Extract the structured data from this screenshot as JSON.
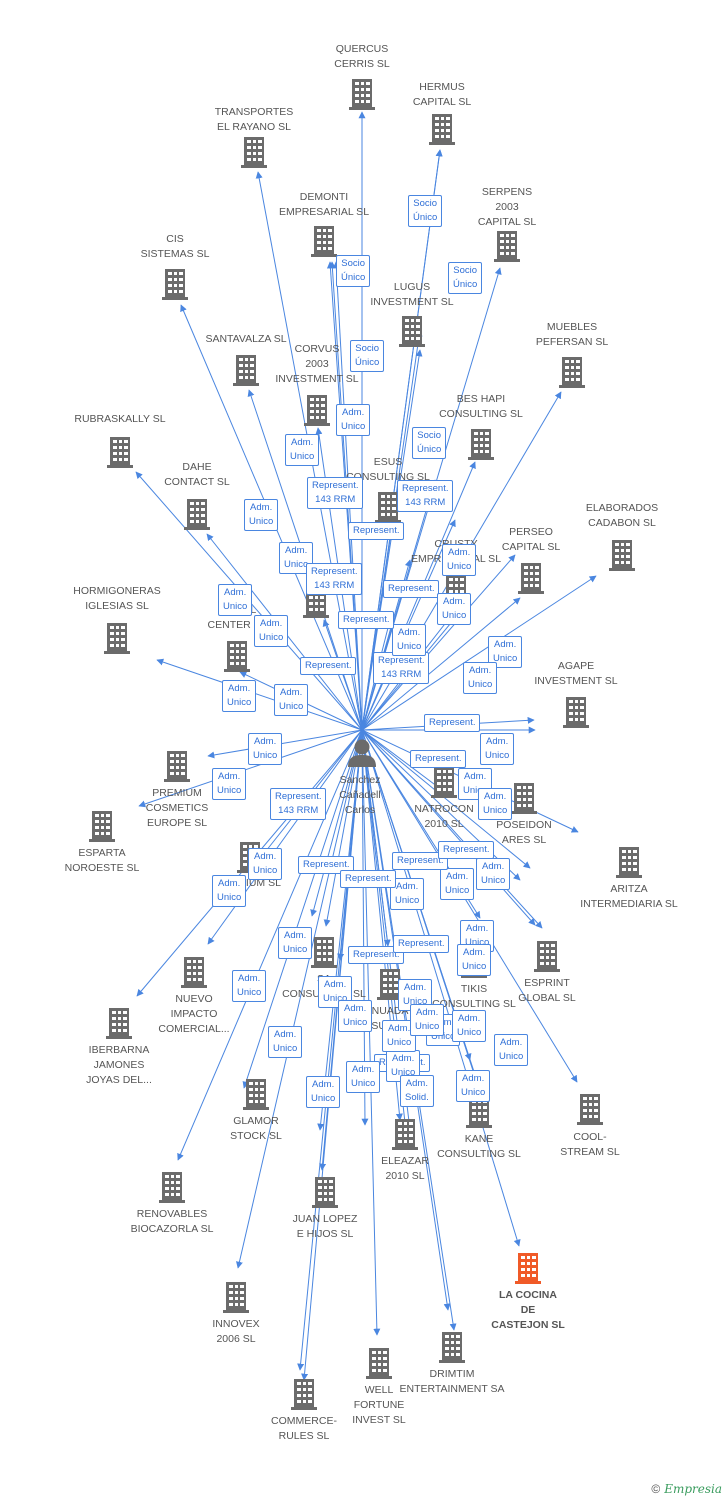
{
  "colors": {
    "edge": "#4a86e0",
    "building": "#6b6b6b",
    "highlight": "#f05a28",
    "label": "#555555"
  },
  "center": {
    "name": "Sanchez\nCañadell\nCarlos",
    "icon": "person-icon"
  },
  "nodes": [
    {
      "id": "quercus",
      "label": "QUERCUS\nCERRIS SL"
    },
    {
      "id": "hermus",
      "label": "HERMUS\nCAPITAL SL"
    },
    {
      "id": "transportes",
      "label": "TRANSPORTES\nEL RAYANO SL"
    },
    {
      "id": "demonti",
      "label": "DEMONTI\nEMPRESARIAL SL"
    },
    {
      "id": "serpens",
      "label": "SERPENS\n2003\nCAPITAL SL"
    },
    {
      "id": "cis",
      "label": "CIS\nSISTEMAS SL"
    },
    {
      "id": "lugus",
      "label": "LUGUS\nINVESTMENT SL"
    },
    {
      "id": "muebles",
      "label": "MUEBLES\nPEFERSAN SL"
    },
    {
      "id": "santavalza",
      "label": "SANTAVALZA SL"
    },
    {
      "id": "corvus",
      "label": "CORVUS\n2003\nINVESTMENT SL"
    },
    {
      "id": "beshapi",
      "label": "BES HAPI\nCONSULTING SL"
    },
    {
      "id": "rubraskally",
      "label": "RUBRASKALLY SL"
    },
    {
      "id": "esus",
      "label": "ESUS\nCONSULTING SL"
    },
    {
      "id": "dahe",
      "label": "DAHE\nCONTACT SL"
    },
    {
      "id": "elaborados",
      "label": "ELABORADOS\nCADABON SL"
    },
    {
      "id": "crusty",
      "label": "CRUSTY\nEMPRESARIAL SL"
    },
    {
      "id": "perseo",
      "label": "PERSEO\nCAPITAL SL"
    },
    {
      "id": "hormigoneras",
      "label": "HORMIGONERAS\nIGLESIAS SL"
    },
    {
      "id": "simbel",
      "label": "SIMBEL\nCENTER SL"
    },
    {
      "id": "hidden1",
      "label": ""
    },
    {
      "id": "agape",
      "label": "AGAPE\nINVESTMENT SL"
    },
    {
      "id": "premium",
      "label": "PREMIUM\nCOSMETICS\nEUROPE SL"
    },
    {
      "id": "esparta",
      "label": "ESPARTA\nNOROESTE SL"
    },
    {
      "id": "natrocon",
      "label": "NATROCON\n2010 SL"
    },
    {
      "id": "poseidonares",
      "label": "POSEIDON\nARES SL"
    },
    {
      "id": "lactium",
      "label": "LACTIUM SL"
    },
    {
      "id": "aritza",
      "label": "ARITZA\nINTERMEDIARIA SL"
    },
    {
      "id": "nuevo",
      "label": "NUEVO\nIMPACTO\nCOMERCIAL..."
    },
    {
      "id": "saconsulting",
      "label": "SA\nCONSULTING SL"
    },
    {
      "id": "nuada",
      "label": "NUADA\nCONSULTING SL"
    },
    {
      "id": "tikis",
      "label": "TIKIS\nCONSULTING SL"
    },
    {
      "id": "esprint",
      "label": "ESPRINT\nGLOBAL SL"
    },
    {
      "id": "iberbarna",
      "label": "IBERBARNA\nJAMONES\nJOYAS DEL..."
    },
    {
      "id": "glamor",
      "label": "GLAMOR\nSTOCK SL"
    },
    {
      "id": "kane",
      "label": "KANE\nCONSULTING SL"
    },
    {
      "id": "cool",
      "label": "COOL-\nSTREAM SL"
    },
    {
      "id": "eleazar",
      "label": "ELEAZAR\n2010 SL"
    },
    {
      "id": "renovables",
      "label": "RENOVABLES\nBIOCAZORLA SL"
    },
    {
      "id": "juanlopez",
      "label": "JUAN LOPEZ\nE HIJOS SL"
    },
    {
      "id": "lacocina",
      "label": "LA COCINA\nDE\nCASTEJON SL",
      "highlight": true
    },
    {
      "id": "innovex",
      "label": "INNOVEX\n2006 SL"
    },
    {
      "id": "drimtim",
      "label": "DRIMTIM\nENTERTAINMENT SA"
    },
    {
      "id": "wellfortune",
      "label": "WELL\nFORTUNE\nINVEST SL"
    },
    {
      "id": "commercerules",
      "label": "COMMERCE-\nRULES SL"
    }
  ],
  "edge_labels": [
    "Socio\nÚnico",
    "Socio\nÚnico",
    "Socio\nÚnico",
    "Socio\nÚnico",
    "Socio\nÚnico",
    "Adm.\nUnico",
    "Adm.\nUnico",
    "Adm.\nUnico",
    "Adm.\nUnico",
    "Adm.\nUnico",
    "Represent.\n143 RRM",
    "Represent.\n143 RRM",
    "Represent.\n143 RRM",
    "Represent.\n143 RRM",
    "Represent.\n143 RRM",
    "Adm.\nUnico",
    "Represent.",
    "Adm.\nUnico",
    "Represent.",
    "Adm.\nUnico",
    "Adm.\nUnico",
    "Adm.\nUnico",
    "Represent.",
    "Adm.\nUnico",
    "Represent.",
    "Represent.",
    "Adm.\nUnico",
    "Adm.\nUnico",
    "Adm.\nUnico",
    "Adm.\nUnico",
    "Represent.",
    "Adm.\nUnico",
    "Adm.\nUnico",
    "Adm.\nUnico",
    "Adm.\nUnico",
    "Represent.",
    "Adm.\nUnico",
    "Adm.\nUnico",
    "Adm.\nUnico",
    "Adm.\nUnico",
    "Represent.",
    "Represent.",
    "Represent.",
    "Adm.\nUnico",
    "Adm.\nUnico",
    "Adm.\nUnico",
    "Adm.\nUnico",
    "Represent.",
    "Represent.",
    "Adm.\nUnico",
    "Adm.\nUnico",
    "Adm.\nUnico",
    "Represent.",
    "Adm.\nUnico",
    "Adm.\nUnico",
    "Adm.\nUnico",
    "Adm.\nUnico",
    "Adm.\nUnico",
    "Adm.\nSolid.",
    "Adm.\nUnico",
    "Adm.\nUnico",
    "Adm.\nUnico",
    "Adm.\nUnico",
    "Adm.\nUnico"
  ],
  "footer": {
    "copyright": "©",
    "brand": "Empresia"
  }
}
